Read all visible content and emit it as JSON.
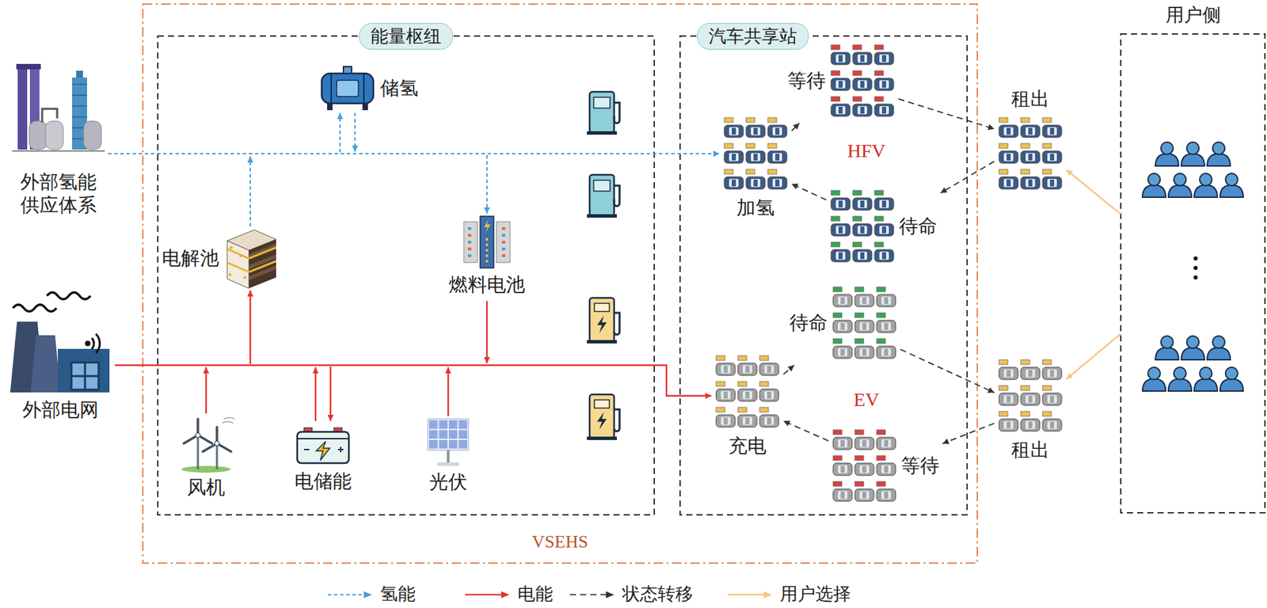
{
  "diagram": {
    "nodes": [
      {
        "text": [
          "VSEHS"
        ]
      },
      {
        "text": [
          "能量枢纽"
        ],
        "in": 0
      },
      {
        "text": [
          "储氢"
        ],
        "in": 1
      },
      {
        "text": [
          "电解池"
        ],
        "in": 1
      },
      {
        "text": [
          "燃料电池"
        ],
        "in": 1
      },
      {
        "text": [
          "风机"
        ],
        "in": 1
      },
      {
        "text": [
          "电储能"
        ],
        "in": 1
      },
      {
        "text": [
          "光伏"
        ],
        "in": 1
      },
      {
        "text": [
          "汽车共享站"
        ],
        "in": 0
      },
      {
        "text": [
          "加氢"
        ],
        "in": 8
      },
      {
        "text": [
          "等待"
        ],
        "in": 8
      },
      {
        "text": [
          "待命"
        ],
        "in": 8
      },
      {
        "text": [
          "待命"
        ],
        "in": 8
      },
      {
        "text": [
          "充电"
        ],
        "in": 8
      },
      {
        "text": [
          "等待"
        ],
        "in": 8
      },
      {
        "text": [
          "外部氢能供应体系"
        ]
      },
      {
        "text": [
          "外部电网"
        ]
      },
      {
        "text": [
          "用户侧"
        ]
      },
      {
        "text": [
          "租出"
        ]
      },
      {
        "text": [
          "租出"
        ]
      }
    ],
    "edges": [
      {
        "from": 15,
        "to": 9,
        "arrow": "to"
      },
      {
        "from": 16,
        "to": 13,
        "arrow": "to"
      },
      {
        "from": 9,
        "to": 10,
        "arrow": "to"
      },
      {
        "from": 10,
        "to": 18,
        "arrow": "to"
      },
      {
        "from": 18,
        "to": 11,
        "arrow": "to"
      },
      {
        "from": 11,
        "to": 9,
        "arrow": "to"
      },
      {
        "from": 13,
        "to": 12,
        "arrow": "to"
      },
      {
        "from": 12,
        "to": 19,
        "arrow": "to"
      },
      {
        "from": 19,
        "to": 14,
        "arrow": "to"
      },
      {
        "from": 14,
        "to": 13,
        "arrow": "to"
      },
      {
        "from": 17,
        "to": 18,
        "arrow": "to"
      },
      {
        "from": 17,
        "to": 19,
        "arrow": "to"
      }
    ],
    "labels": [
      "HFV",
      "EV"
    ],
    "legend": [
      {
        "text": "氢能"
      },
      {
        "text": "电能"
      },
      {
        "text": "状态转移"
      },
      {
        "text": "用户选择"
      }
    ]
  }
}
